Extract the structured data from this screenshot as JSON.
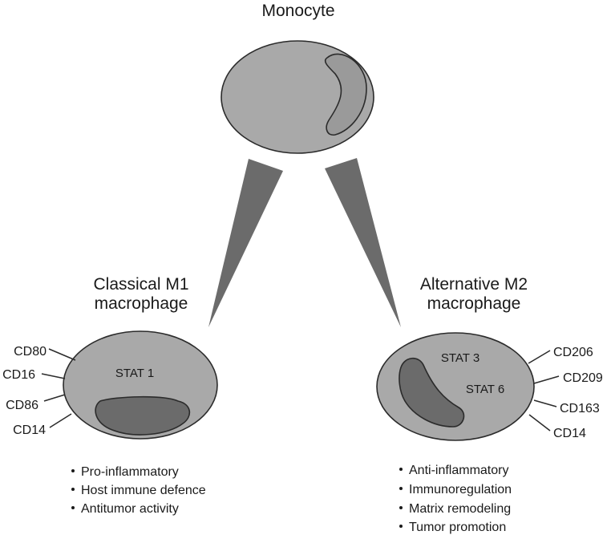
{
  "colors": {
    "cell_fill": "#a9a9a9",
    "nucleus_light": "#9a9a9a",
    "nucleus_dark": "#6b6b6b",
    "arrow": "#6b6b6b",
    "outline": "#2b2b2b"
  },
  "monocyte": {
    "title": "Monocyte"
  },
  "m1": {
    "title_line1": "Classical M1",
    "title_line2": "macrophage",
    "stat": "STAT 1",
    "markers": [
      "CD80",
      "CD16",
      "CD86",
      "CD14"
    ],
    "functions": [
      "Pro-inflammatory",
      "Host immune defence",
      "Antitumor activity"
    ]
  },
  "m2": {
    "title_line1": "Alternative M2",
    "title_line2": "macrophage",
    "stats": [
      "STAT 3",
      "STAT 6"
    ],
    "markers": [
      "CD206",
      "CD209",
      "CD163",
      "CD14"
    ],
    "functions": [
      "Anti-inflammatory",
      "Immunoregulation",
      "Matrix remodeling",
      "Tumor promotion"
    ]
  }
}
